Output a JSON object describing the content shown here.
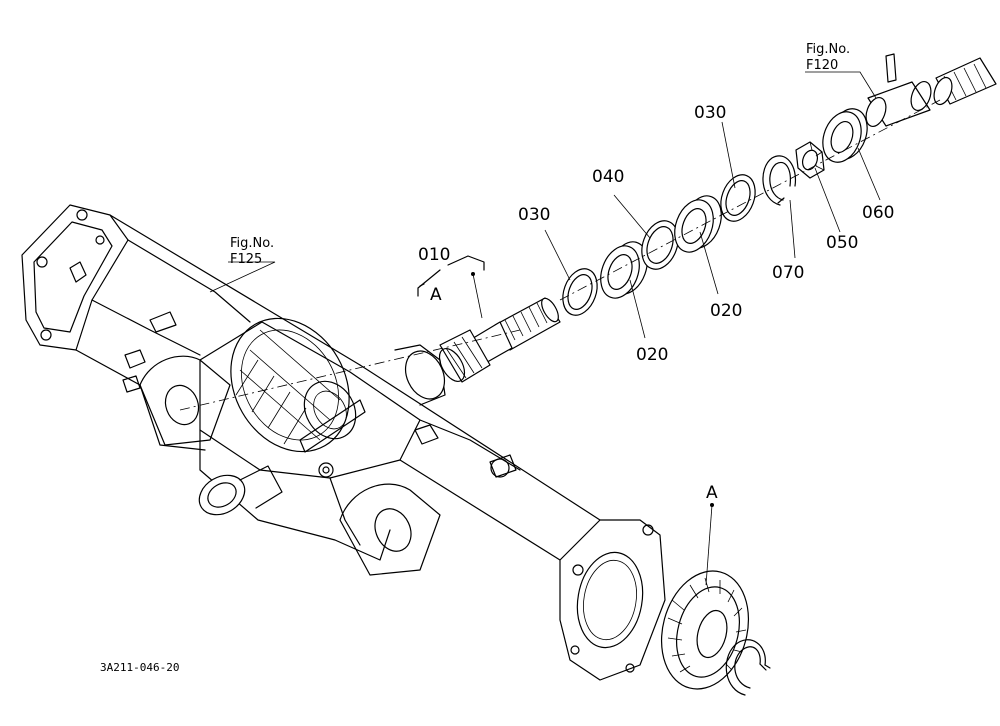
{
  "labels": {
    "p010": "010",
    "p020a": "020",
    "p020b": "020",
    "p030a": "030",
    "p030b": "030",
    "p040": "040",
    "p050": "050",
    "p060": "060",
    "p070": "070",
    "assembly_mark_top": "A",
    "assembly_mark_gear": "A"
  },
  "figure_refs": {
    "housing": {
      "caption": "Fig.No.",
      "number": "F125"
    },
    "coupling": {
      "caption": "Fig.No.",
      "number": "F120"
    }
  },
  "drawing_code": "3A211-046-20"
}
